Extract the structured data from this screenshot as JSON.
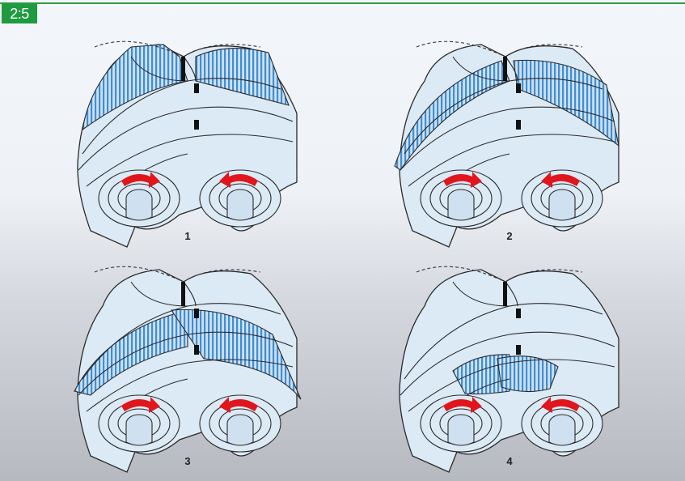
{
  "figure": {
    "label": "2:5"
  },
  "panels": [
    {
      "id": "1",
      "number": "1"
    },
    {
      "id": "2",
      "number": "2"
    },
    {
      "id": "3",
      "number": "3"
    },
    {
      "id": "4",
      "number": "4"
    }
  ],
  "colors": {
    "rotor": "#dceaf5",
    "rotor_outline": "#2a2a2a",
    "trapped_air": "#3f8fd2",
    "arrow": "#e0161c",
    "accent": "#1f9a3e"
  }
}
